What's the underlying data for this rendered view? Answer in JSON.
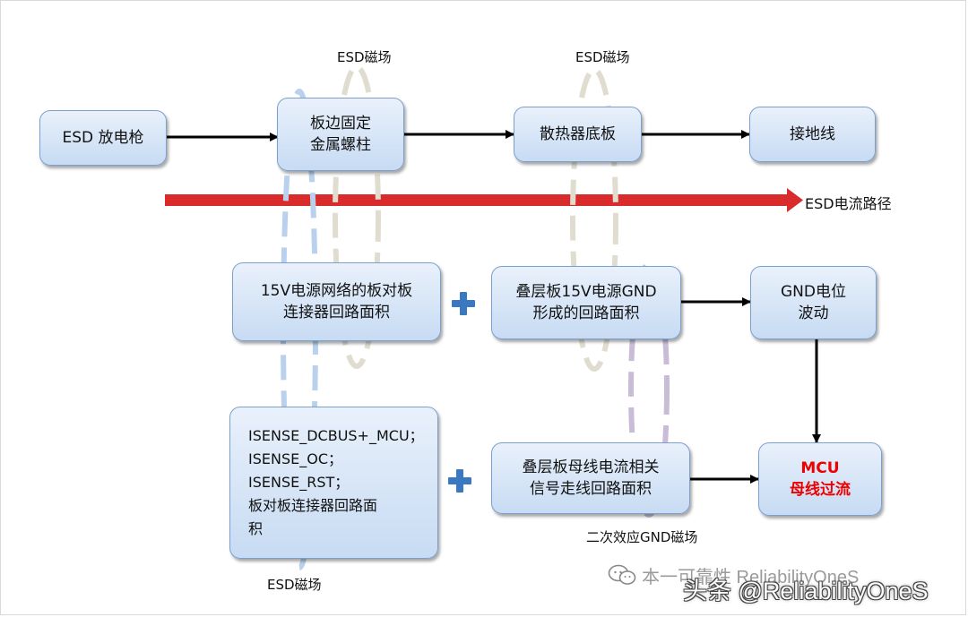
{
  "colors": {
    "box_border": "#7b9fce",
    "box_fill_top": "#e9f1fb",
    "box_fill_bottom": "#c7dbf3",
    "arrow": "#000000",
    "current_bar": "#d92b2b",
    "plus": "#3b78c2",
    "loop_blue": "#b9d1ec",
    "loop_beige": "#e0ddd0",
    "loop_purple": "#c8bcd6",
    "highlight_text": "#ee0000"
  },
  "boxes": {
    "esd_gun": "ESD 放电枪",
    "mount_post": [
      "板边固定",
      "金属螺柱"
    ],
    "heatsink": "散热器底板",
    "ground_wire": "接地线",
    "loop_15v": [
      "15V电源网络的板对板",
      "连接器回路面积"
    ],
    "stack_15v": [
      "叠层板15V电源GND",
      "形成的回路面积"
    ],
    "gnd_fluct": [
      "GND电位",
      "波动"
    ],
    "isense": [
      "ISENSE_DCBUS+_MCU；",
      "ISENSE_OC；",
      "ISENSE_RST；",
      "板对板连接器回路面",
      "积"
    ],
    "stack_bus": [
      "叠层板母线电流相关",
      "信号走线回路面积"
    ],
    "mcu": [
      "MCU",
      "母线过流"
    ]
  },
  "labels": {
    "esd_field_1": "ESD磁场",
    "esd_field_2": "ESD磁场",
    "esd_current_path": "ESD电流路径",
    "secondary_gnd_field": "二次效应GND磁场",
    "esd_field_3": "ESD磁场"
  },
  "watermark": {
    "line1": "本一可靠性 ReliabilityOneS",
    "line2": "头条 @ReliabilityOneS",
    "icon": "wechat-icon"
  }
}
